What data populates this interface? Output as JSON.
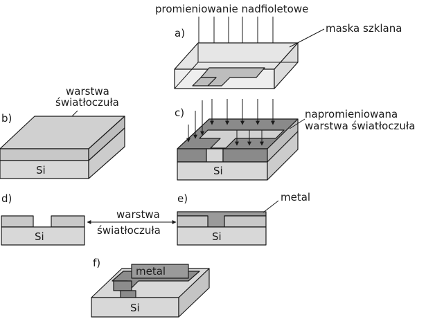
{
  "labels": {
    "uv": "promieniowanie nadfioletowe",
    "mask": "maska szklana",
    "resist_b": [
      "warstwa",
      "światłoczuła"
    ],
    "irradiated": [
      "napromieniowana",
      "warstwa światłoczuła"
    ],
    "resist_de": [
      "warstwa",
      "światłoczuła"
    ],
    "metal_e": "metal",
    "metal_f": "metal",
    "si": "Si"
  },
  "steps": {
    "a": "a)",
    "b": "b)",
    "c": "c)",
    "d": "d)",
    "e": "e)",
    "f": "f)"
  },
  "colors": {
    "silicon": "#d8d8d8",
    "resist": "#c8c8c8",
    "resist_top": "#d0d0d0",
    "irradiated": "#8a8a8a",
    "metal": "#9a9a9a",
    "mask_glass": "#e6e6e6",
    "outline": "#1a1a1a"
  }
}
